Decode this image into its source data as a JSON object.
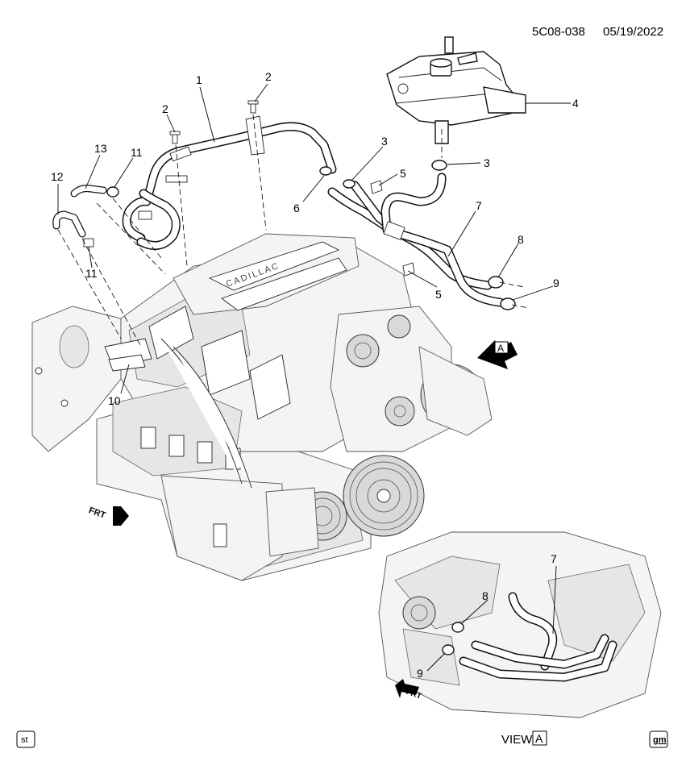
{
  "header": {
    "diagram_id": "5C08-038",
    "date": "05/19/2022"
  },
  "callouts": [
    {
      "id": "c1",
      "label": "1"
    },
    {
      "id": "c2a",
      "label": "2"
    },
    {
      "id": "c2b",
      "label": "2"
    },
    {
      "id": "c3a",
      "label": "3"
    },
    {
      "id": "c3b",
      "label": "3"
    },
    {
      "id": "c4",
      "label": "4"
    },
    {
      "id": "c5a",
      "label": "5"
    },
    {
      "id": "c5b",
      "label": "5"
    },
    {
      "id": "c6",
      "label": "6"
    },
    {
      "id": "c7",
      "label": "7"
    },
    {
      "id": "c8",
      "label": "8"
    },
    {
      "id": "c9",
      "label": "9"
    },
    {
      "id": "c10",
      "label": "10"
    },
    {
      "id": "c11a",
      "label": "11"
    },
    {
      "id": "c11b",
      "label": "11"
    },
    {
      "id": "c12",
      "label": "12"
    },
    {
      "id": "c13",
      "label": "13"
    }
  ],
  "view_callouts": [
    {
      "id": "v7",
      "label": "7"
    },
    {
      "id": "v8",
      "label": "8"
    },
    {
      "id": "v9",
      "label": "9"
    }
  ],
  "view_arrow": {
    "letter": "A"
  },
  "front_arrow": {
    "label": "FRT"
  },
  "view_front_arrow": {
    "label": "FRT"
  },
  "engine_cover_text": "CADILLAC",
  "footer": {
    "view_label": "VIEW",
    "view_letter": "A",
    "left_badge": "st",
    "right_badge": "gm"
  }
}
